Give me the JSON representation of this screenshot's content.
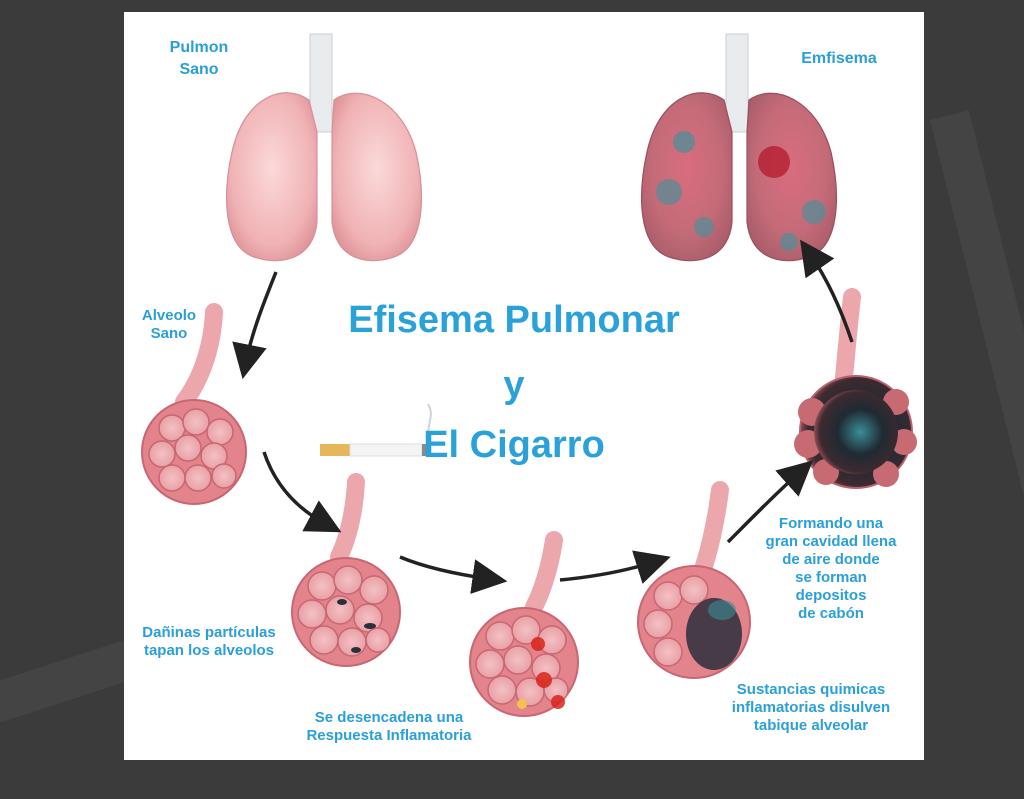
{
  "title": {
    "line1": "Efisema Pulmonar",
    "line2": "y",
    "line3": "El Cigarro"
  },
  "labels": {
    "healthy_lung": "Pulmon\nSano",
    "emphysema": "Emfisema",
    "healthy_alveolus": "Alveolo\nSano",
    "harmful_particles": "Dañinas partículas\ntapan los alveolos",
    "inflammatory_response": "Se desencadena una\nRespuesta Inflamatoria",
    "chemicals": "Sustancias quimicas\ninflamatorias disulven\ntabique alveolar",
    "cavity": "Formando una\ngran cavidad llena\nde aire donde\nse forman\ndepositos\nde cabón"
  },
  "colors": {
    "label_blue": "#2a9fd8",
    "tissue_pink": "#e9a0a6",
    "alveolus_red": "#d96670",
    "damage_dark": "#2a2f3a",
    "inflammation_red": "#d9241c"
  }
}
